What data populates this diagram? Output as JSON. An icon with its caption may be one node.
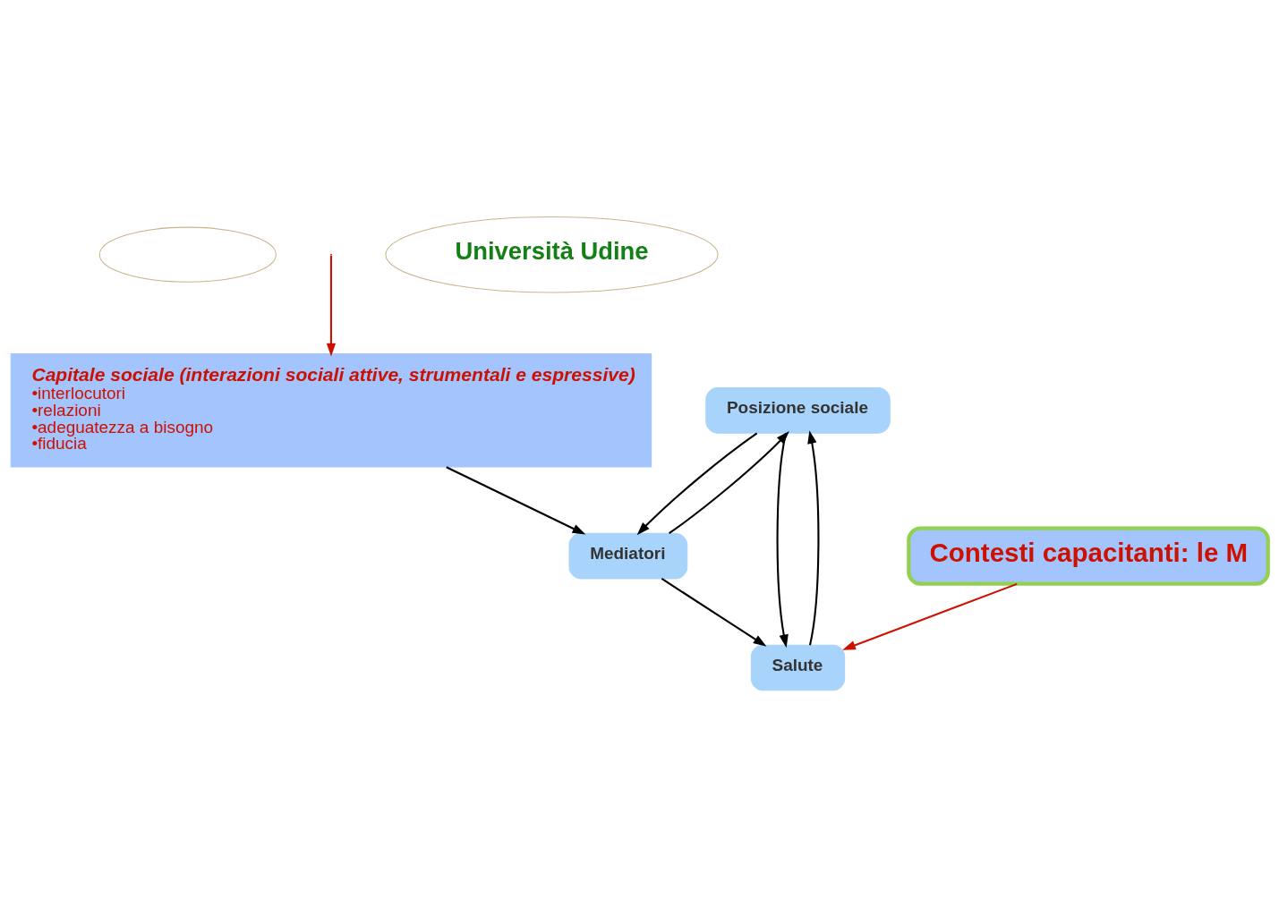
{
  "diagram": {
    "nodes": [
      {
        "text": [],
        "shape": "ellipse"
      },
      {
        "text": [
          "Posizione sociale"
        ]
      },
      {
        "text": [
          "Contesti capacitanti: le M"
        ]
      },
      {
        "text": [
          "Capitale sociale (interazioni sociali attive, strumentali e espressive)",
          "•interlocutori",
          "•relazioni",
          "•adeguatezza a bisogno",
          "•fiducia"
        ]
      },
      {
        "text": [
          "Mediatori"
        ]
      },
      {
        "text": [
          "Salute"
        ]
      },
      {
        "text": [
          "Università Udine"
        ]
      }
    ],
    "edges": [
      {
        "from": 1,
        "to": 4,
        "arrow": "to"
      },
      {
        "from": 4,
        "to": 1,
        "arrow": "to"
      },
      {
        "from": 1,
        "to": 5,
        "arrow": "to"
      },
      {
        "from": 5,
        "to": 1,
        "arrow": "to"
      },
      {
        "from": 3,
        "to": 4,
        "arrow": "to"
      },
      {
        "from": 4,
        "to": 5,
        "arrow": "to"
      },
      {
        "from": null,
        "to": 3,
        "arrow": "to",
        "color": "#cc1100"
      },
      {
        "from": 2,
        "to": 5,
        "arrow": "to",
        "color": "#cc1100"
      }
    ]
  }
}
